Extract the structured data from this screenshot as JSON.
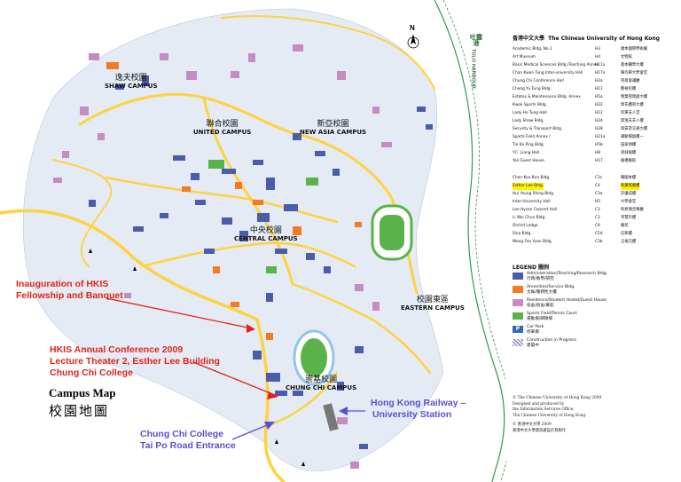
{
  "map": {
    "campuses": {
      "shaw": {
        "zh": "逸夫校園",
        "en": "SHAW CAMPUS"
      },
      "united": {
        "zh": "聯合校園",
        "en": "UNITED CAMPUS"
      },
      "new_asia": {
        "zh": "新亞校園",
        "en": "NEW ASIA CAMPUS"
      },
      "central": {
        "zh": "中央校園",
        "en": "CENTRAL CAMPUS"
      },
      "eastern": {
        "zh": "校園東區",
        "en": "EASTERN CAMPUS"
      },
      "chung_chi": {
        "zh": "崇基校園",
        "en": "CHUNG CHI CAMPUS"
      }
    },
    "harbour_label": "TOLO HARBOUR",
    "harbour_label_zh": "吐露港",
    "north_label": "N",
    "title_en": "Campus Map",
    "title_zh": "校園地圖"
  },
  "annotations": {
    "inauguration": [
      "Inauguration of HKIS",
      "Fellowship and Banquet"
    ],
    "conference": [
      "HKIS Annual Conference 2009",
      "Lecture Theater 2, Esther Lee Building",
      "Chung Chi College"
    ],
    "railway": [
      "Hong Kong Railway –",
      "University Station"
    ],
    "taipo": [
      "Chung Chi College",
      "Tai Po Road Entrance"
    ]
  },
  "colors": {
    "red_annotation": "#e2231a",
    "blue_annotation": "#5b4fd6",
    "road": "#ffd23f",
    "campus_area": "#e4ebf5",
    "admin_building": "#4b5cab",
    "amenities": "#f47b20",
    "residence": "#c48cc0",
    "sports": "#5bb24a",
    "harbour_line": "#2e9a4e"
  },
  "legend": {
    "header_zh": "香港中文大學",
    "header_en": "The Chinese University of Hong Kong",
    "buildings": [
      {
        "name": "Academic Bldg. No.1",
        "code": "H3",
        "zh": "康本國際學術園"
      },
      {
        "name": "Art Museum",
        "code": "H4",
        "zh": "文物館"
      },
      {
        "name": "Basic Medical Sciences Bldg./Teaching Annex",
        "code": "H11a",
        "zh": "基本醫學大樓"
      },
      {
        "name": "Chan Kwan Tung Inter-university Hall",
        "code": "H17a",
        "zh": "陳均東大學會堂"
      },
      {
        "name": "Chung Chi Conference Hall",
        "code": "H2a",
        "zh": "崇基會議廳"
      },
      {
        "name": "Cheng Yu Tung Bldg.",
        "code": "H11",
        "zh": "鄭裕彤樓"
      },
      {
        "name": "Estates & Maintenance Bldg. Annex",
        "code": "H5a",
        "zh": "物業管理處大樓"
      },
      {
        "name": "Kwok Sports Bldg.",
        "code": "H22",
        "zh": "郭氏體育大樓"
      },
      {
        "name": "Lady Ho Tung Hall",
        "code": "H12",
        "zh": "何東夫人堂"
      },
      {
        "name": "Lady Shaw Bldg.",
        "code": "H24",
        "zh": "邵逸夫夫人樓"
      },
      {
        "name": "Security & Transport Bldg.",
        "code": "H28",
        "zh": "保安及交通大樓"
      },
      {
        "name": "Sports Field Annex I",
        "code": "H21a",
        "zh": "運動場副樓一"
      },
      {
        "name": "Tin Ka Ping Bldg.",
        "code": "H5b",
        "zh": "田家炳樓"
      },
      {
        "name": "Y.C. Liang Hall",
        "code": "H8",
        "zh": "梁銶琚樓"
      },
      {
        "name": "Yali Guest House",
        "code": "H17",
        "zh": "雅禮賓館"
      },
      {
        "name": "Chen Kou Bun Bldg.",
        "code": "C3c",
        "zh": "陳國本樓"
      },
      {
        "name": "Esther Lee Bldg.",
        "code": "C4",
        "zh": "利黃瑤璧樓",
        "highlight": true
      },
      {
        "name": "Hui Yeung Shing Bldg.",
        "code": "C3a",
        "zh": "許讓成樓"
      },
      {
        "name": "Inter-University Hall",
        "code": "H5",
        "zh": "大學會堂"
      },
      {
        "name": "Lee Hysan Concert Hall",
        "code": "C3",
        "zh": "利希慎音樂廳"
      },
      {
        "name": "Li Wai Chun Bldg.",
        "code": "C3",
        "zh": "李慧珍樓"
      },
      {
        "name": "Orchid Lodge",
        "code": "C9",
        "zh": "蘭苑"
      },
      {
        "name": "Sino Bldg.",
        "code": "C5d",
        "zh": "信和樓"
      },
      {
        "name": "Wong Foo Yuan Bldg.",
        "code": "C3b",
        "zh": "王福元樓"
      }
    ],
    "legend_title_en": "LEGEND",
    "legend_title_zh": "圖例",
    "items": [
      {
        "label": "Administration/Teaching/Research Bldg.",
        "label_zh": "行政/教學/研究",
        "color": "#4b5cab"
      },
      {
        "label": "Amenities/Service Bldg.",
        "label_zh": "文娛/服務性大樓",
        "color": "#f47b20"
      },
      {
        "label": "Residence/Student Hostel/Guest House",
        "label_zh": "宿舍/宿舍/賓館",
        "color": "#c48cc0"
      },
      {
        "label": "Sports Field/Tennis Court",
        "label_zh": "運動場/網球場",
        "color": "#5bb24a"
      },
      {
        "label": "Car Park",
        "label_zh": "停車場",
        "color": "#2f6cb7",
        "icon": "P"
      },
      {
        "label": "Construction in Progress",
        "label_zh": "建築中",
        "color": "#9a8ac8"
      }
    ],
    "copyright": [
      "© The Chinese University of Hong Kong 2009",
      "Designed and produced by",
      "the Information Services Office,",
      "The Chinese University of Hong Kong",
      "© 香港中文大學 2009",
      "香港中文大學資訊處設計及製作"
    ]
  }
}
